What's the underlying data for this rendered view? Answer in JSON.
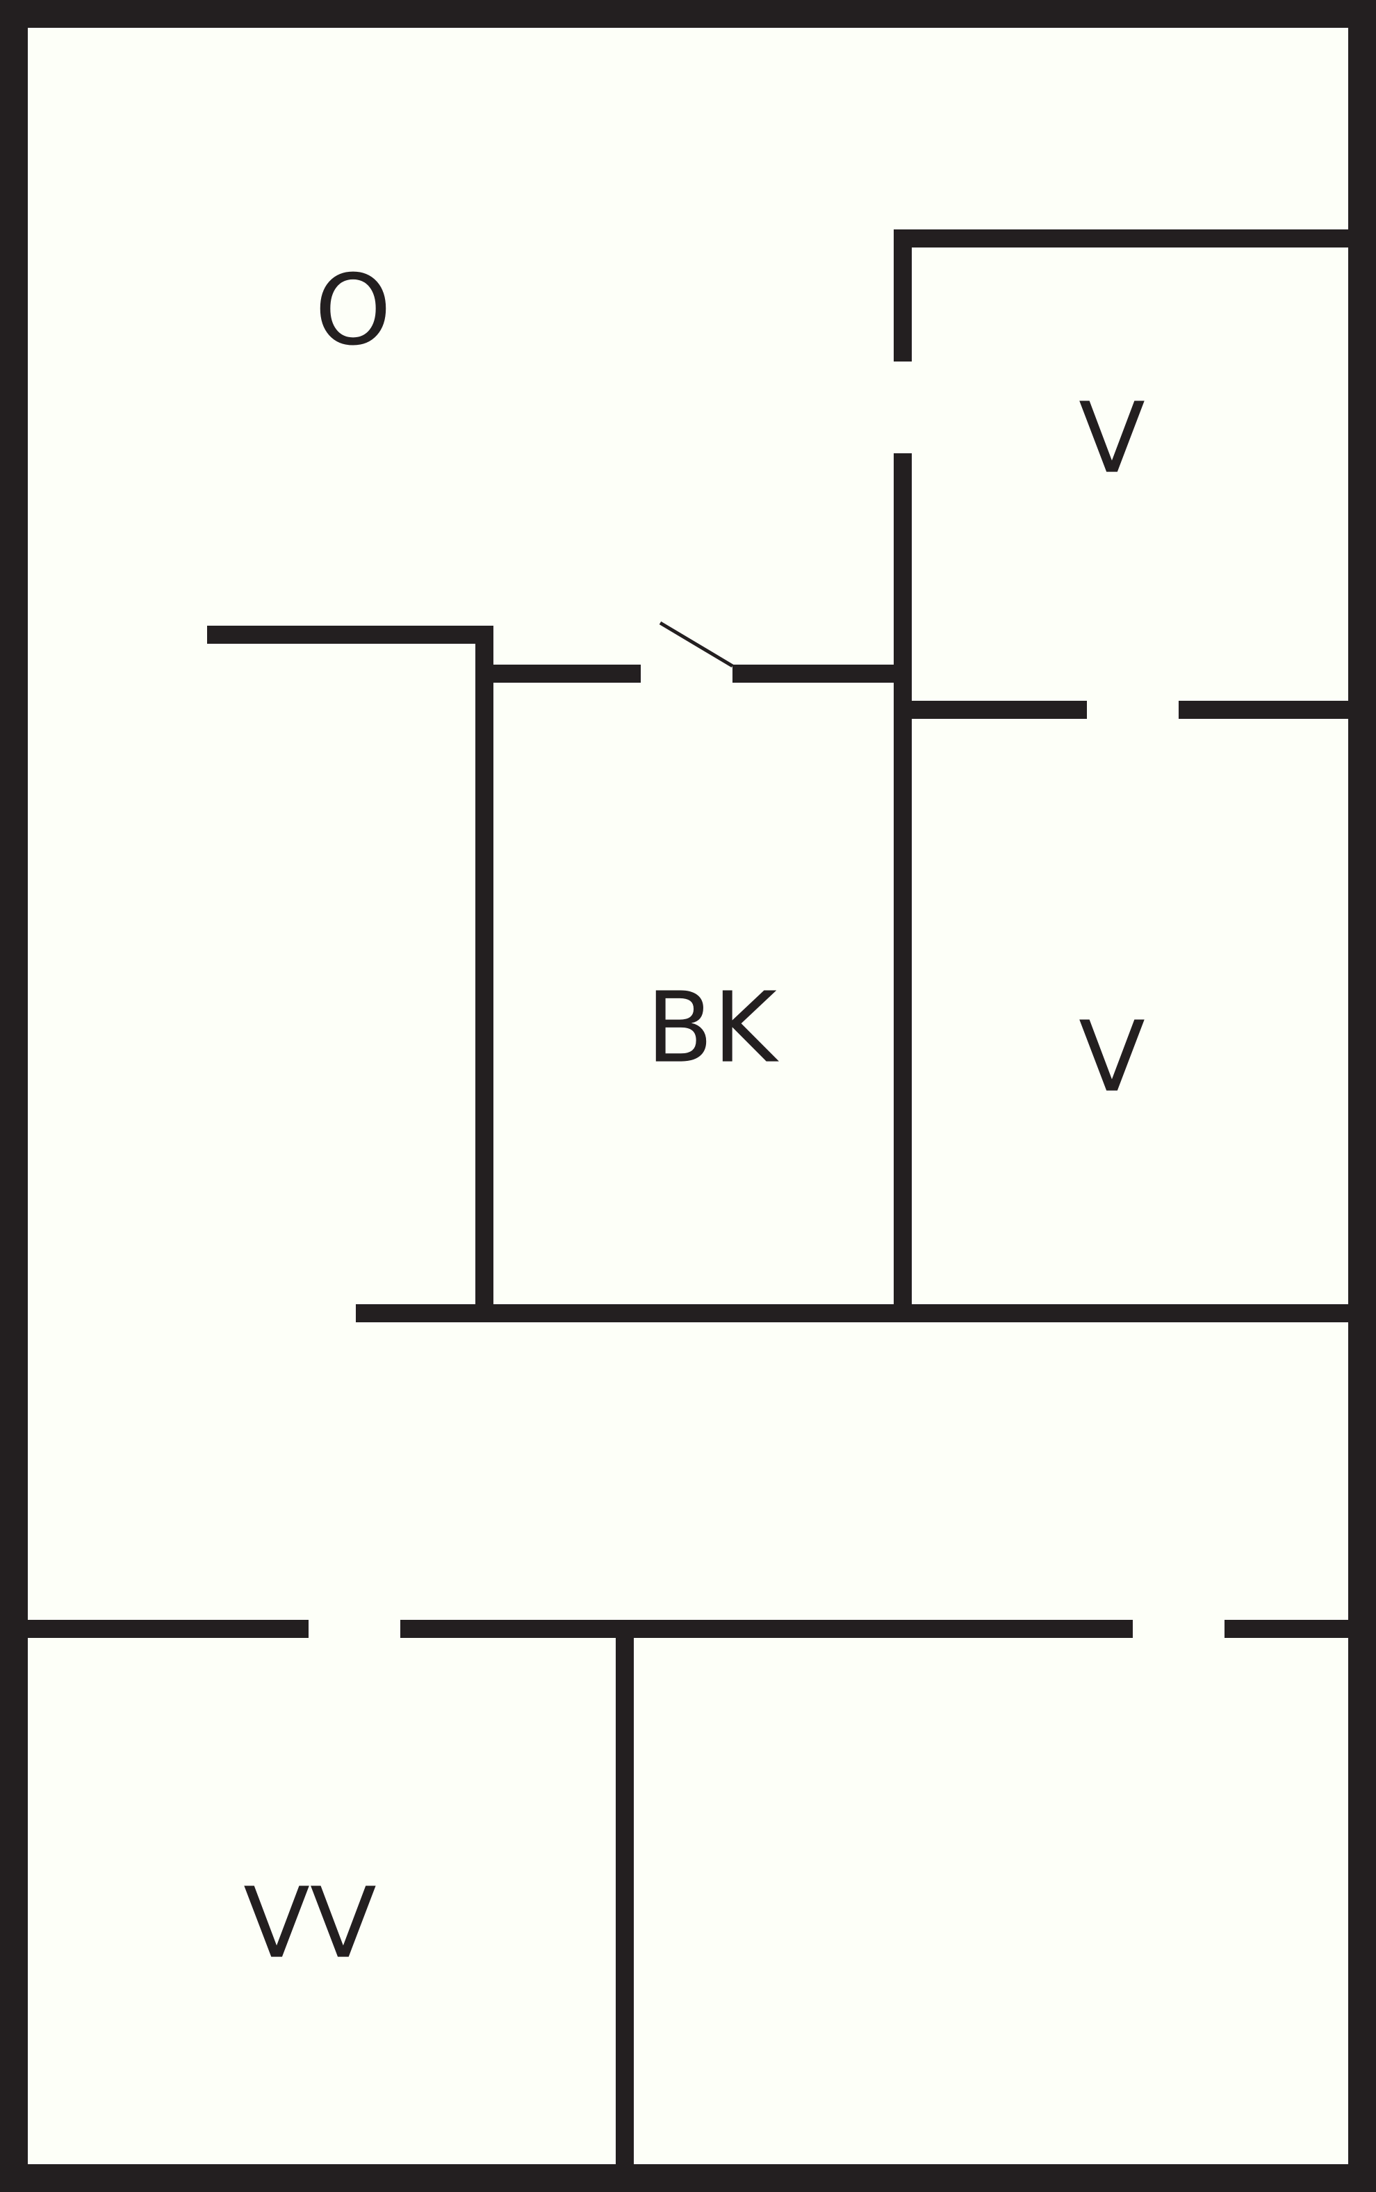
{
  "colors": {
    "wall": "#231f20",
    "floor": "#fdfff8"
  },
  "rooms": [
    {
      "id": "o",
      "label": "O"
    },
    {
      "id": "v-upper",
      "label": "V"
    },
    {
      "id": "bk",
      "label": "BK"
    },
    {
      "id": "v-lower",
      "label": "V"
    },
    {
      "id": "vv",
      "label": "VV"
    }
  ]
}
